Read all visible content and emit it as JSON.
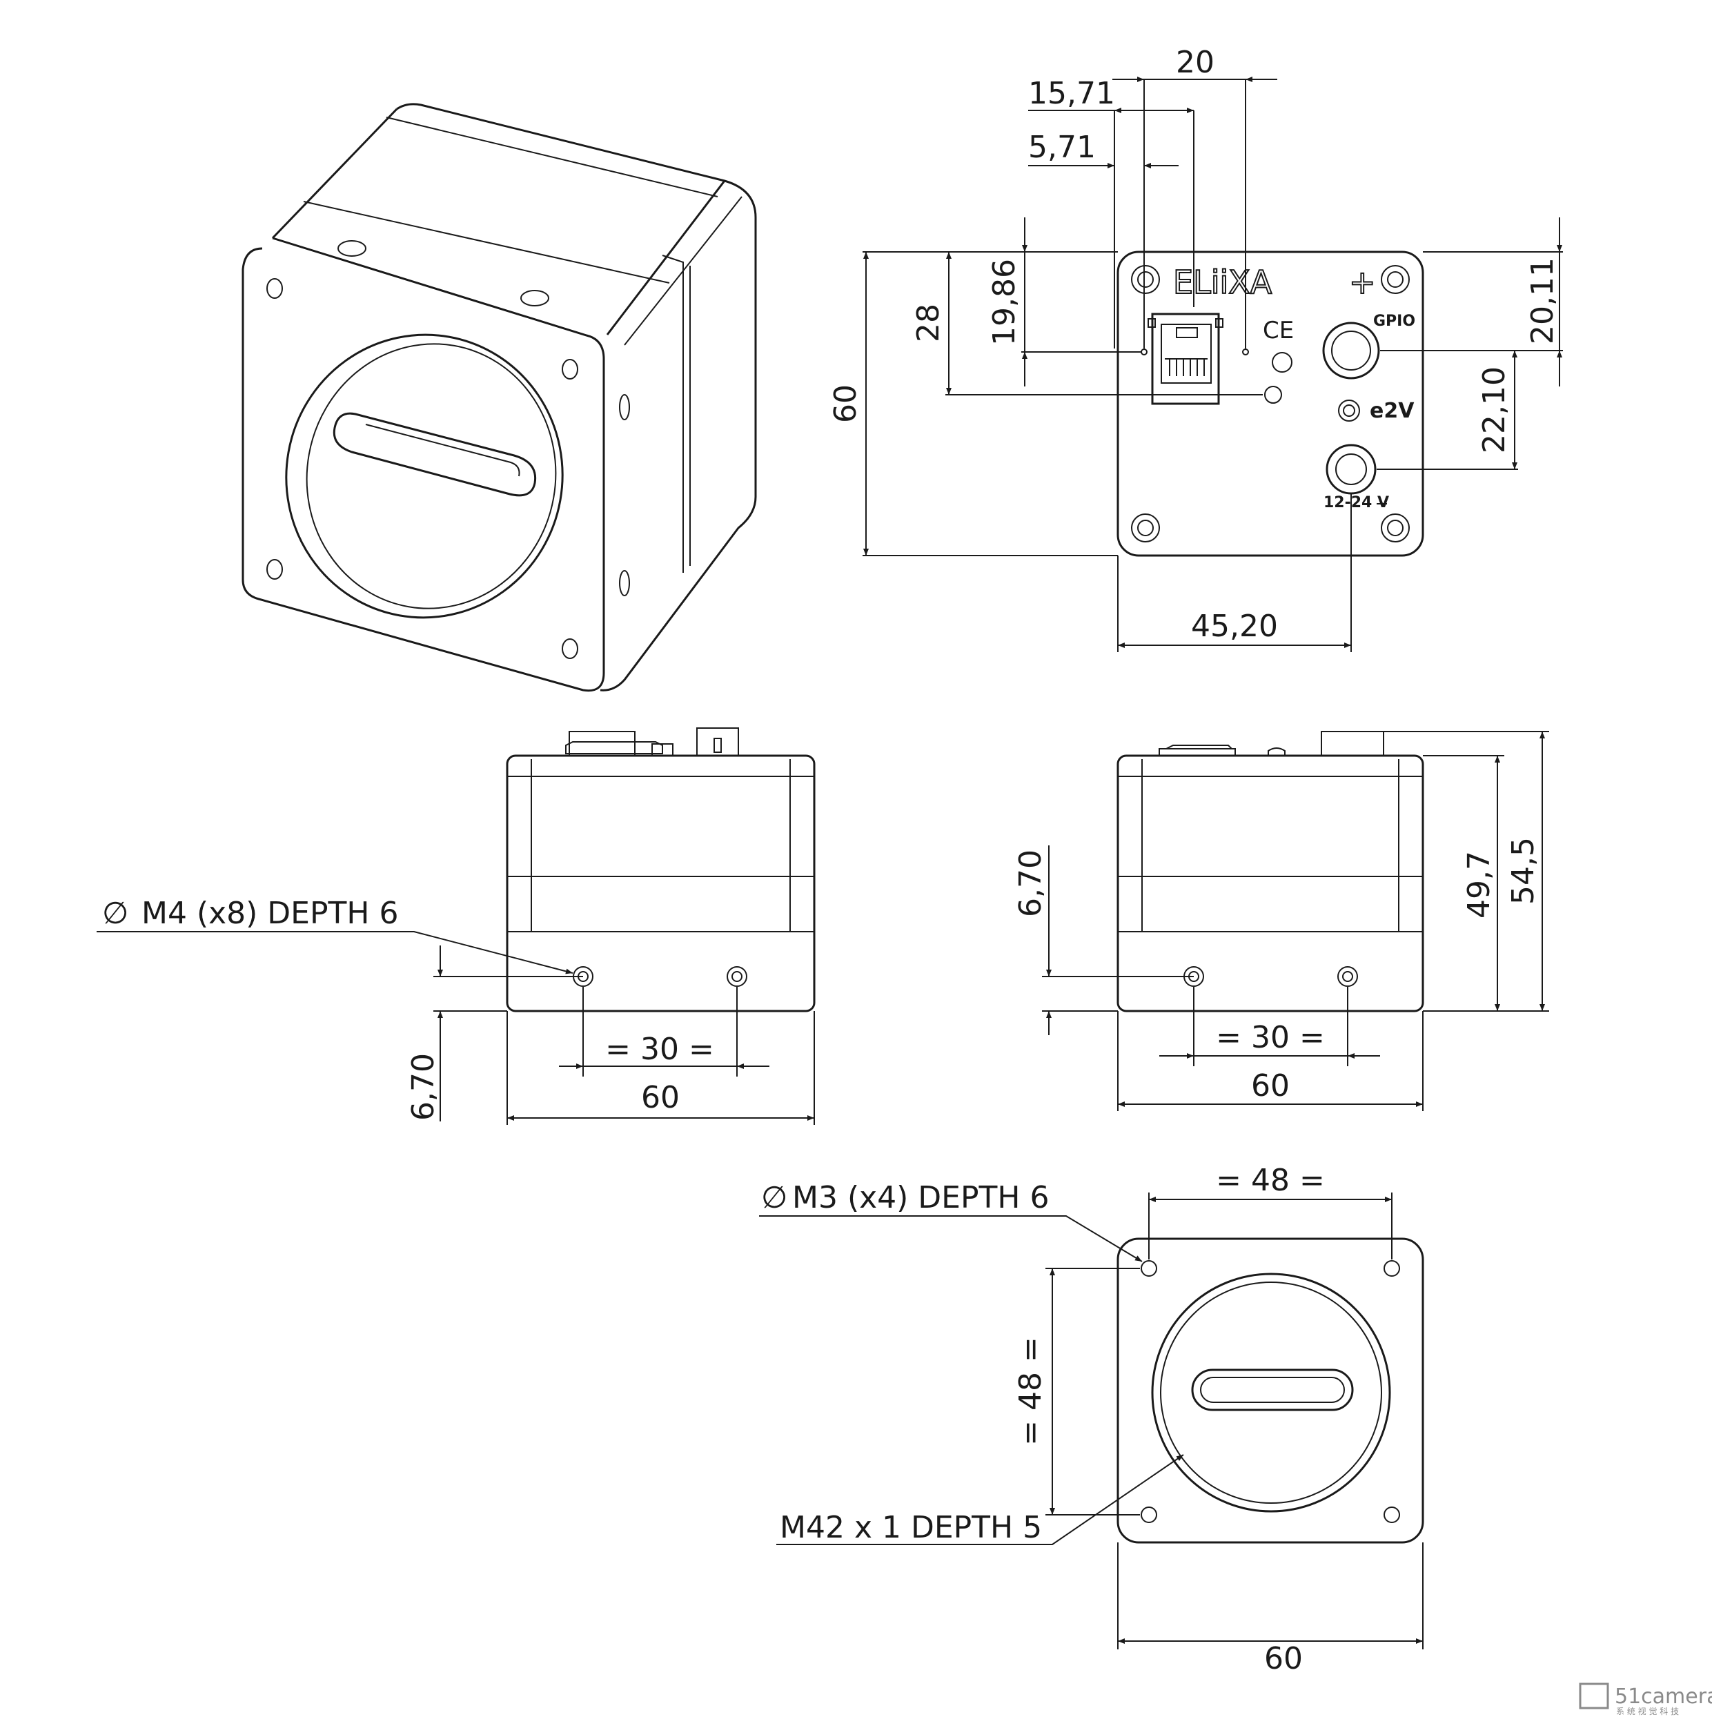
{
  "dimensions": {
    "top_20": "20",
    "top_15_71": "15,71",
    "top_5_71": "5,71",
    "left_60": "60",
    "left_28": "28",
    "left_19_86": "19,86",
    "right_20_11": "20,11",
    "right_22_10": "22,10",
    "bottom_45_20": "45,20",
    "side_left_30": "= 30 =",
    "side_left_60": "60",
    "side_left_6_70": "6,70",
    "side_right_6_70": "6,70",
    "side_right_30": "= 30 =",
    "side_right_60": "60",
    "side_right_49_7": "49,7",
    "side_right_54_5": "54,5",
    "front_48_h": "= 48 =",
    "front_48_v": "= 48 =",
    "front_60": "60"
  },
  "notes": {
    "m4": "M4 (x8) DEPTH 6",
    "m3": "M3 (x4) DEPTH 6",
    "m42": "M42 x 1 DEPTH 5",
    "diameter_symbol": "∅"
  },
  "back_panel": {
    "logo": "ELiiXA",
    "logo_suffix": "+",
    "gpio": "GPIO",
    "power": "12-24 V",
    "brand": "e2V",
    "ce": "CE"
  },
  "watermark": {
    "text": "51camera",
    "sub": "系 统 视 觉 科 技"
  }
}
